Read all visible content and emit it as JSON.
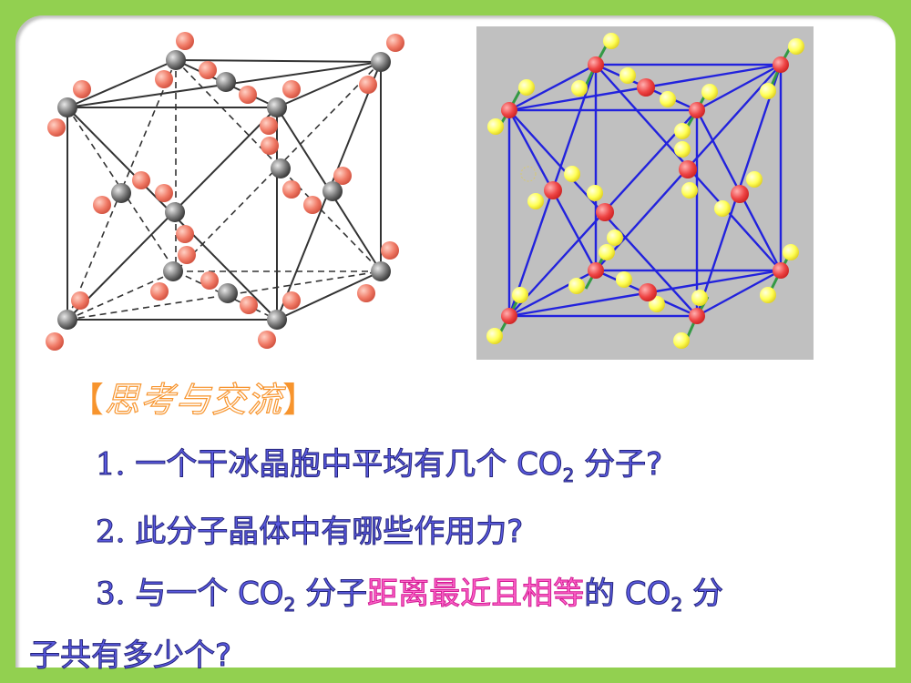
{
  "slide": {
    "background_color": "#92D050",
    "panel_color": "#FFFFFF"
  },
  "figures": {
    "left": {
      "description": "Dry ice (CO2) face-centered cubic unit cell, ball-and-stick",
      "carbon_color": "#6E6E6E",
      "oxygen_color": "#F08070"
    },
    "right": {
      "description": "CO2 FCC cell with nearest-neighbor connections",
      "background": "#C0C0C0",
      "line_color": "#2222DD",
      "carbon_color": "#EE4444",
      "oxygen_color": "#FFFF66",
      "bond_color": "#339944"
    }
  },
  "heading": {
    "open_bracket": "【",
    "text": "思考与交流",
    "close_bracket": "】",
    "color": "#F7942D"
  },
  "questions": [
    {
      "num": "1.",
      "pre": " 一个干冰晶胞中平均有几个 CO",
      "sub": "2",
      "post": " 分子?"
    },
    {
      "num": "2.",
      "pre": " 此分子晶体中有哪些作用力?"
    },
    {
      "num": "3.",
      "pre": " 与一个 CO",
      "sub": "2",
      "mid": " 分子",
      "highlight": "距离最近且相等",
      "post1": "的 CO",
      "sub2": "2",
      "post2": " 分",
      "cont": "子共有多少个?"
    }
  ],
  "colors": {
    "question_text": "#3A3AB0",
    "highlight": "#FF33CC"
  }
}
